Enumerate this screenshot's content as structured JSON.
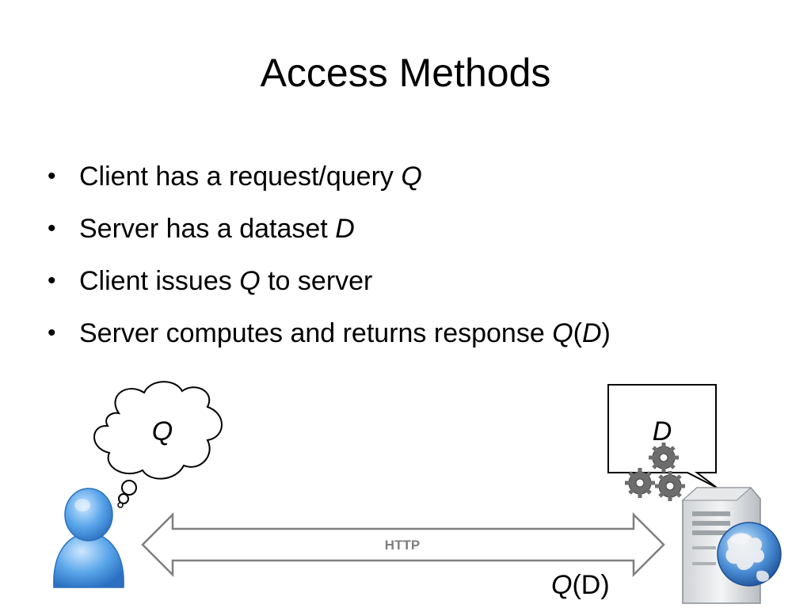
{
  "slide": {
    "title": "Access Methods",
    "bullets": [
      {
        "pre": "Client has a request/query ",
        "var1": "Q",
        "mid": "",
        "var2": "",
        "post": ""
      },
      {
        "pre": "Server has a dataset ",
        "var1": "D",
        "mid": "",
        "var2": "",
        "post": ""
      },
      {
        "pre": "Client issues ",
        "var1": "Q",
        "mid": " to server",
        "var2": "",
        "post": ""
      },
      {
        "pre": "Server computes and returns response ",
        "var1": "Q",
        "mid": "(",
        "var2": "D",
        "post": ")"
      }
    ]
  },
  "diagram": {
    "client_thought": "Q",
    "server_speech": "D",
    "arrow_label": "HTTP",
    "response_var": "Q",
    "response_arg": "(D)",
    "icons": [
      "user-icon",
      "thought-bubble-icon",
      "speech-bubble-icon",
      "gears-icon",
      "server-icon",
      "globe-icon",
      "double-arrow-icon"
    ]
  }
}
